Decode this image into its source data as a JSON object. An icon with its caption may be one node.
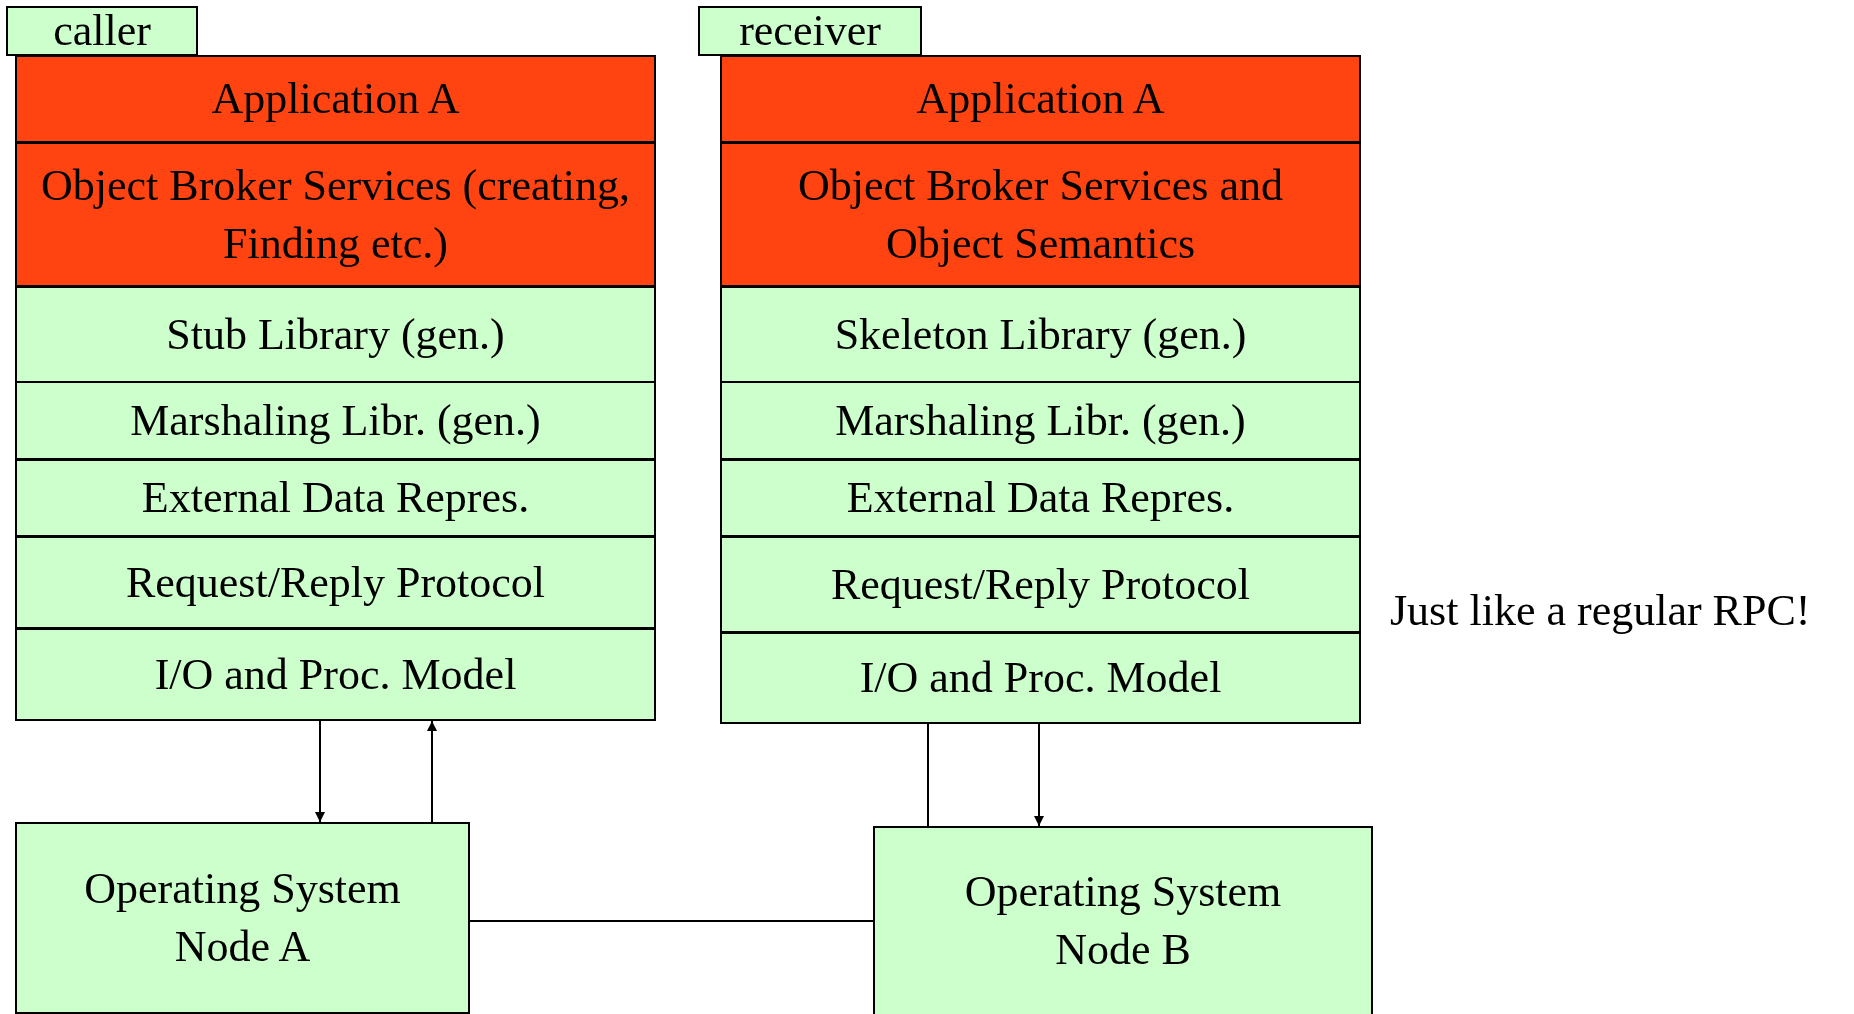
{
  "diagram": {
    "nodes": [
      {
        "text": [
          "caller"
        ]
      },
      {
        "text": [
          "Application A"
        ]
      },
      {
        "text": [
          "Object Broker Services (creating, Finding etc.)"
        ]
      },
      {
        "text": [
          "Stub Library (gen.)"
        ]
      },
      {
        "text": [
          "Marshaling Libr. (gen.)"
        ]
      },
      {
        "text": [
          "External Data Repres."
        ]
      },
      {
        "text": [
          "Request/Reply Protocol"
        ]
      },
      {
        "text": [
          "I/O and Proc. Model"
        ]
      },
      {
        "text": [
          "receiver"
        ]
      },
      {
        "text": [
          "Application A"
        ]
      },
      {
        "text": [
          "Object Broker Services and Object Semantics"
        ]
      },
      {
        "text": [
          "Skeleton Library (gen.)"
        ]
      },
      {
        "text": [
          "Marshaling Libr. (gen.)"
        ]
      },
      {
        "text": [
          "External Data Repres."
        ]
      },
      {
        "text": [
          "Request/Reply Protocol"
        ]
      },
      {
        "text": [
          "I/O and Proc. Model"
        ]
      },
      {
        "text": [
          "Operating System Node A"
        ]
      },
      {
        "text": [
          "Operating System Node B"
        ]
      }
    ],
    "edges": [
      {
        "from": 7,
        "to": 16,
        "arrow": "to"
      },
      {
        "from": 16,
        "to": 7,
        "arrow": "to"
      },
      {
        "from": 17,
        "to": 15,
        "arrow": "none"
      },
      {
        "from": 15,
        "to": 17,
        "arrow": "to"
      },
      {
        "from": 16,
        "to": 17,
        "arrow": "none"
      }
    ],
    "labels": [
      "Just like a regular RPC!"
    ]
  }
}
